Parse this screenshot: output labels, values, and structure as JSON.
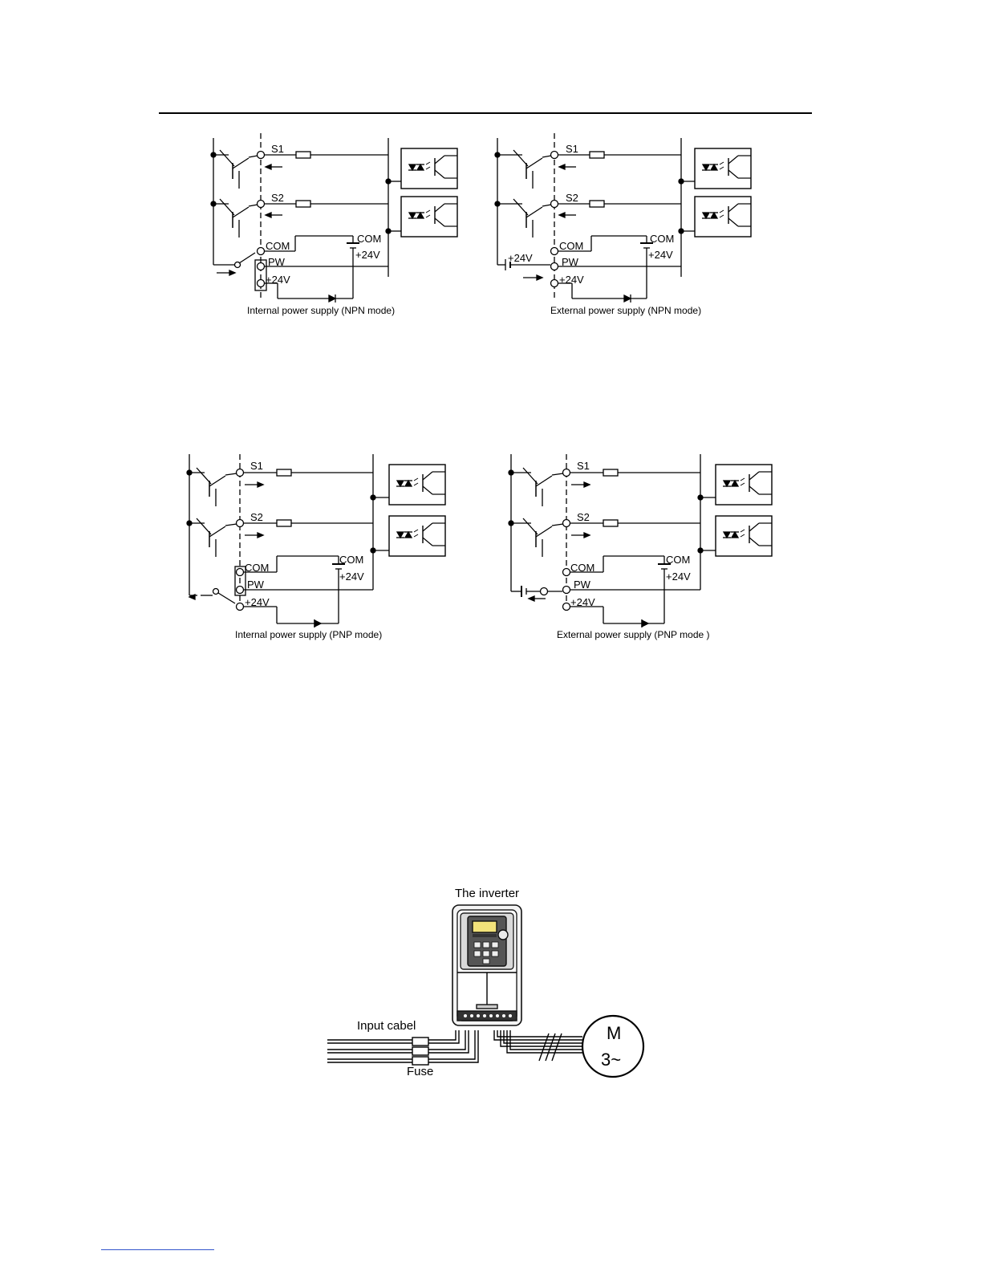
{
  "npn_internal": {
    "caption": "Internal power supply (NPN mode)",
    "s1": "S1",
    "s2": "S2",
    "com": "COM",
    "com_right": "COM",
    "pw": "PW",
    "v24": "+24V",
    "v24_right": "+24V"
  },
  "npn_external": {
    "caption": "External power supply (NPN mode)",
    "s1": "S1",
    "s2": "S2",
    "com": "COM",
    "com_right": "COM",
    "pw": "PW",
    "v24": "+24V",
    "v24_right": "+24V",
    "v24_ext": "+24V"
  },
  "pnp_internal": {
    "caption": "Internal power supply (PNP mode)",
    "s1": "S1",
    "s2": "S2",
    "com": "COM",
    "com_right": "COM",
    "pw": "PW",
    "v24": "+24V",
    "v24_right": "+24V"
  },
  "pnp_external": {
    "caption": "External power supply (PNP mode )",
    "s1": "S1",
    "s2": "S2",
    "com": "COM",
    "com_right": "COM",
    "pw": "PW",
    "v24": "+24V",
    "v24_right": "+24V"
  },
  "system": {
    "inverter_label": "The inverter",
    "input_label": "Input cabel",
    "fuse_label": "Fuse",
    "motor_m": "M",
    "motor_phase": "3~"
  }
}
